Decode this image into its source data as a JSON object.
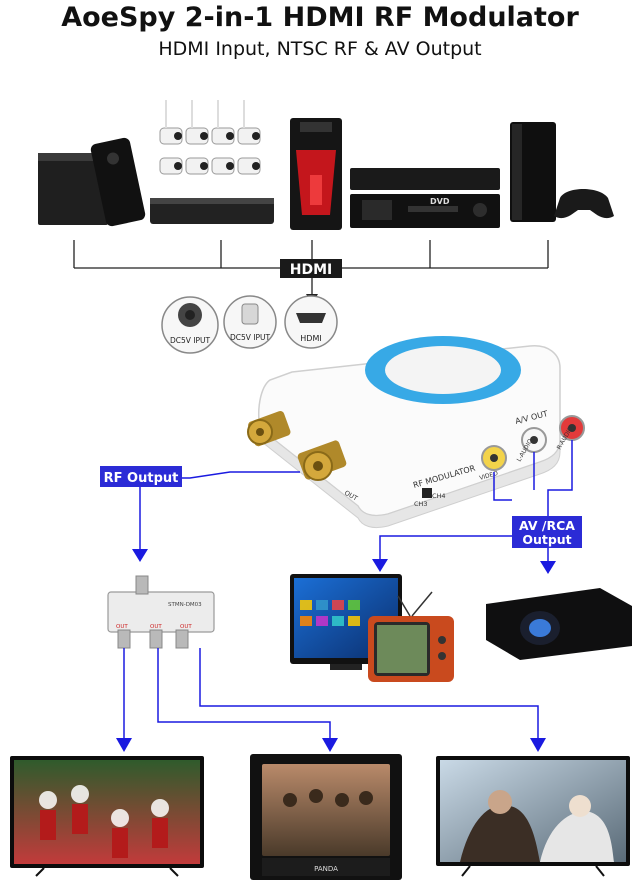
{
  "header": {
    "title": "AoeSpy 2-in-1 HDMI RF Modulator",
    "subtitle": "HDMI Input, NTSC RF & AV  Output"
  },
  "labels": {
    "hdmi": "HDMI",
    "rf_output": "RF Output",
    "av_rca_line1": "AV /RCA",
    "av_rca_line2": "Output"
  },
  "ports": {
    "dc_in_1": "DC5V IPUT",
    "dc_in_2": "DC5V IPUT",
    "hdmi_port": "HDMI"
  },
  "device": {
    "av_out": "A/V OUT",
    "rf_modulator": "RF MODULATOR",
    "video": "VIDEO",
    "l_audio": "L-AUDIO",
    "r_audio": "R-AUDIO",
    "ch3": "CH3",
    "ch4": "CH4",
    "out": "OUT"
  },
  "splitter": {
    "label": "STMN-DM03",
    "out_left": "OUT",
    "out_mid": "OUT",
    "out_right": "OUT"
  },
  "devices_top": {
    "dvd_brand": "DVD"
  },
  "tv_screens": {
    "retro_tv_brand": "PANDA"
  },
  "colors": {
    "label_bg": "#2b2bd6",
    "arrow": "#1a1ae0",
    "line_top": "#222222",
    "device_ring": "#37a9e6"
  }
}
